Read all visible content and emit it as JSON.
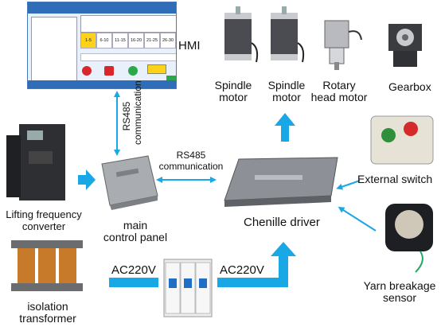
{
  "labels": {
    "hmi": "HMI",
    "spindle_motor_1": [
      "Spindle",
      "motor"
    ],
    "spindle_motor_2": [
      "Spindle",
      "motor"
    ],
    "rotary_head_motor": [
      "Rotary",
      "head motor"
    ],
    "gearbox": "Gearbox",
    "rs485_vertical": [
      "RS485",
      "communication"
    ],
    "rs485_horizontal": [
      "RS485",
      "communication"
    ],
    "external_switch": "External switch",
    "lifting_frequency_converter": [
      "Lifting frequency",
      "converter"
    ],
    "main_control_panel": [
      "main",
      "control panel"
    ],
    "chenille_driver": "Chenille driver",
    "yarn_breakage_sensor": [
      "Yarn breakage",
      "sensor"
    ],
    "isolation_transformer": [
      "isolation",
      "transformer"
    ],
    "ac220v_left": "AC220V",
    "ac220v_right": "AC220V"
  },
  "hmi_screen": {
    "tabs": [
      "1-5",
      "6-10",
      "11-15",
      "16-20",
      "21-25",
      "26-30"
    ],
    "active_tab": 0
  },
  "colors": {
    "arrow_blue": "#1aa7e6",
    "hmi_blue": "#2f6db8",
    "hmi_tab_active": "#ffd21a"
  }
}
